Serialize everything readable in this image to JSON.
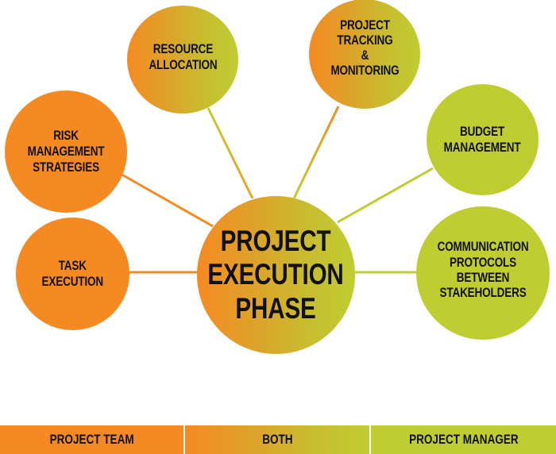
{
  "diagram": {
    "type": "hub-and-spoke mind map",
    "center": {
      "label": "PROJECT\nEXECUTION\nPHASE",
      "owner": "both"
    },
    "nodes": [
      {
        "id": "risk",
        "label": "RISK\nMANAGEMENT\nSTRATEGIES",
        "owner": "project-team"
      },
      {
        "id": "task",
        "label": "TASK\nEXECUTION",
        "owner": "project-team"
      },
      {
        "id": "resource",
        "label": "RESOURCE\nALLOCATION",
        "owner": "both"
      },
      {
        "id": "tracking",
        "label": "PROJECT\nTRACKING\n&\nMONITORING",
        "owner": "both"
      },
      {
        "id": "budget",
        "label": "BUDGET\nMANAGEMENT",
        "owner": "project-manager"
      },
      {
        "id": "communication",
        "label": "COMMUNICATION\nPROTOCOLS\nBETWEEN\nSTAKEHOLDERS",
        "owner": "project-manager"
      }
    ]
  },
  "legend": {
    "items": [
      {
        "key": "project-team",
        "label": "PROJECT TEAM"
      },
      {
        "key": "both",
        "label": "BOTH"
      },
      {
        "key": "project-manager",
        "label": "PROJECT MANAGER"
      }
    ]
  },
  "colors": {
    "project_team": "#f58a22",
    "project_manager": "#bfcd31",
    "text": "#111111",
    "background": "#ffffff"
  }
}
